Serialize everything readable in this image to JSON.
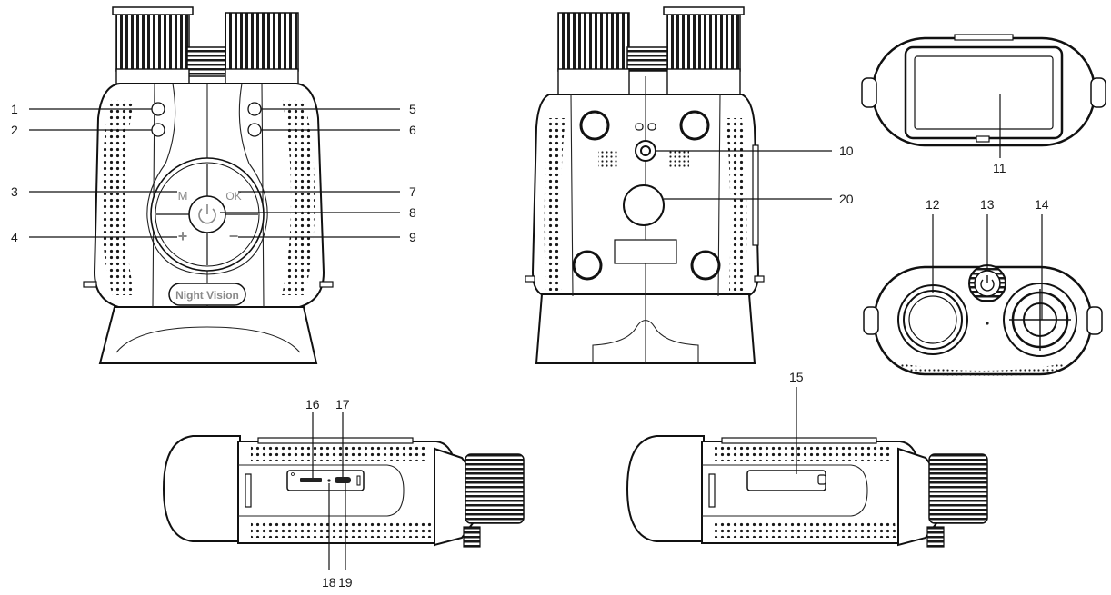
{
  "diagram": {
    "callouts": {
      "c1": "1",
      "c2": "2",
      "c3": "3",
      "c4": "4",
      "c5": "5",
      "c6": "6",
      "c7": "7",
      "c8": "8",
      "c9": "9",
      "c10": "10",
      "c11": "11",
      "c12": "12",
      "c13": "13",
      "c14": "14",
      "c15": "15",
      "c16": "16",
      "c17": "17",
      "c18": "18",
      "c19": "19",
      "c20": "20"
    },
    "buttons": {
      "mode": "M",
      "ok": "OK",
      "plus": "+",
      "minus": "−",
      "badge": "Night Vision"
    },
    "icons": {
      "power": "power-icon"
    }
  }
}
